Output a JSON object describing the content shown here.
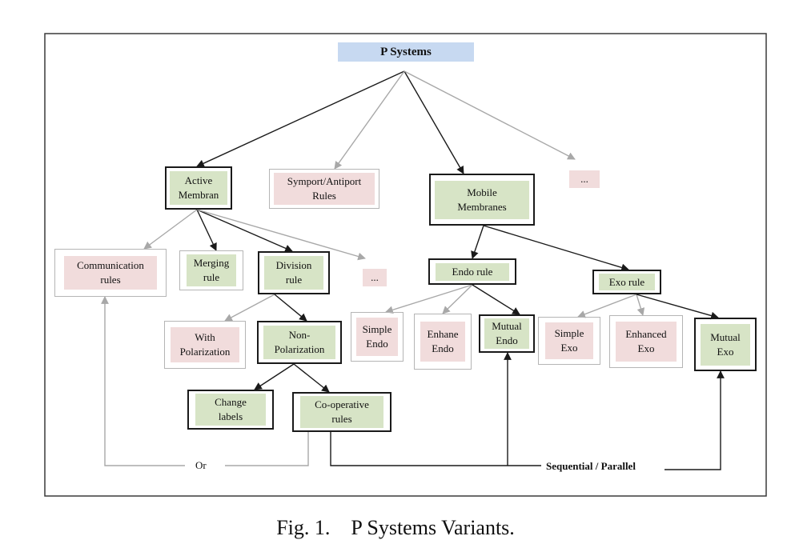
{
  "diagram": {
    "root": "P Systems",
    "nodes": {
      "active_membran": "Active\nMembran",
      "symport": "Symport/Antiport\nRules",
      "mobile": "Mobile\nMembranes",
      "ellipsis_top": "...",
      "communication": "Communication\nrules",
      "merging": "Merging\nrule",
      "division": "Division\nrule",
      "ellipsis_mid": "...",
      "with_pol": "With\nPolarization",
      "non_pol": "Non-\nPolarization",
      "change_labels": "Change\nlabels",
      "cooperative": "Co-operative\nrules",
      "endo_rule": "Endo rule",
      "exo_rule": "Exo rule",
      "simple_endo": "Simple\nEndo",
      "enhane_endo": "Enhane\nEndo",
      "mutual_endo": "Mutual\nEndo",
      "simple_exo": "Simple\nExo",
      "enhanced_exo": "Enhanced\nExo",
      "mutual_exo": "Mutual\nExo"
    },
    "labels": {
      "or": "Or",
      "seq_par": "Sequential / Parallel"
    }
  },
  "caption": "Fig. 1.    P Systems Variants."
}
